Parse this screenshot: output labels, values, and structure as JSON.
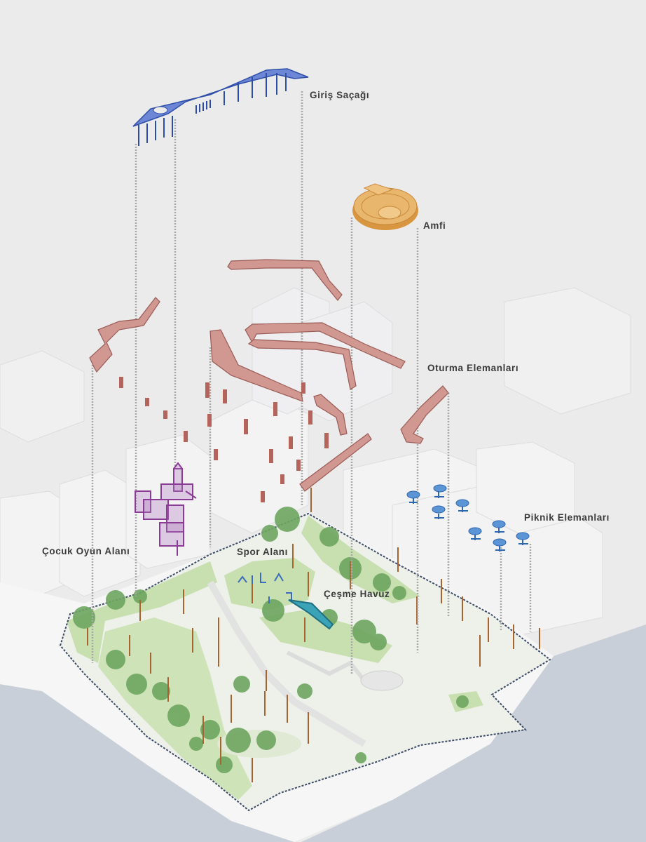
{
  "labels": {
    "giris_sacagi": "Giriş Saçağı",
    "amfi": "Amfi",
    "oturma_elemanlari": "Oturma Elemanları",
    "piknik_elemanlari": "Piknik Elemanları",
    "cocuk_oyun_alani": "Çocuk Oyun Alanı",
    "spor_alani": "Spor Alanı",
    "cesme_havuz": "Çeşme Havuz"
  },
  "colors": {
    "background": "#ecebec",
    "water": "#c9cfd8",
    "canopy": "#5f79c9",
    "amphitheatre": "#e2ad62",
    "seating": "#c98984",
    "playground": "#8a3b94",
    "picnic": "#4a86cf",
    "fountain": "#2e8ea3",
    "park_green": "#c8dfb0",
    "trees": "#6ea660",
    "boundary": "#3b4a66",
    "leader_lines": "#a8a8a8",
    "label_text": "#3b3b3b"
  }
}
